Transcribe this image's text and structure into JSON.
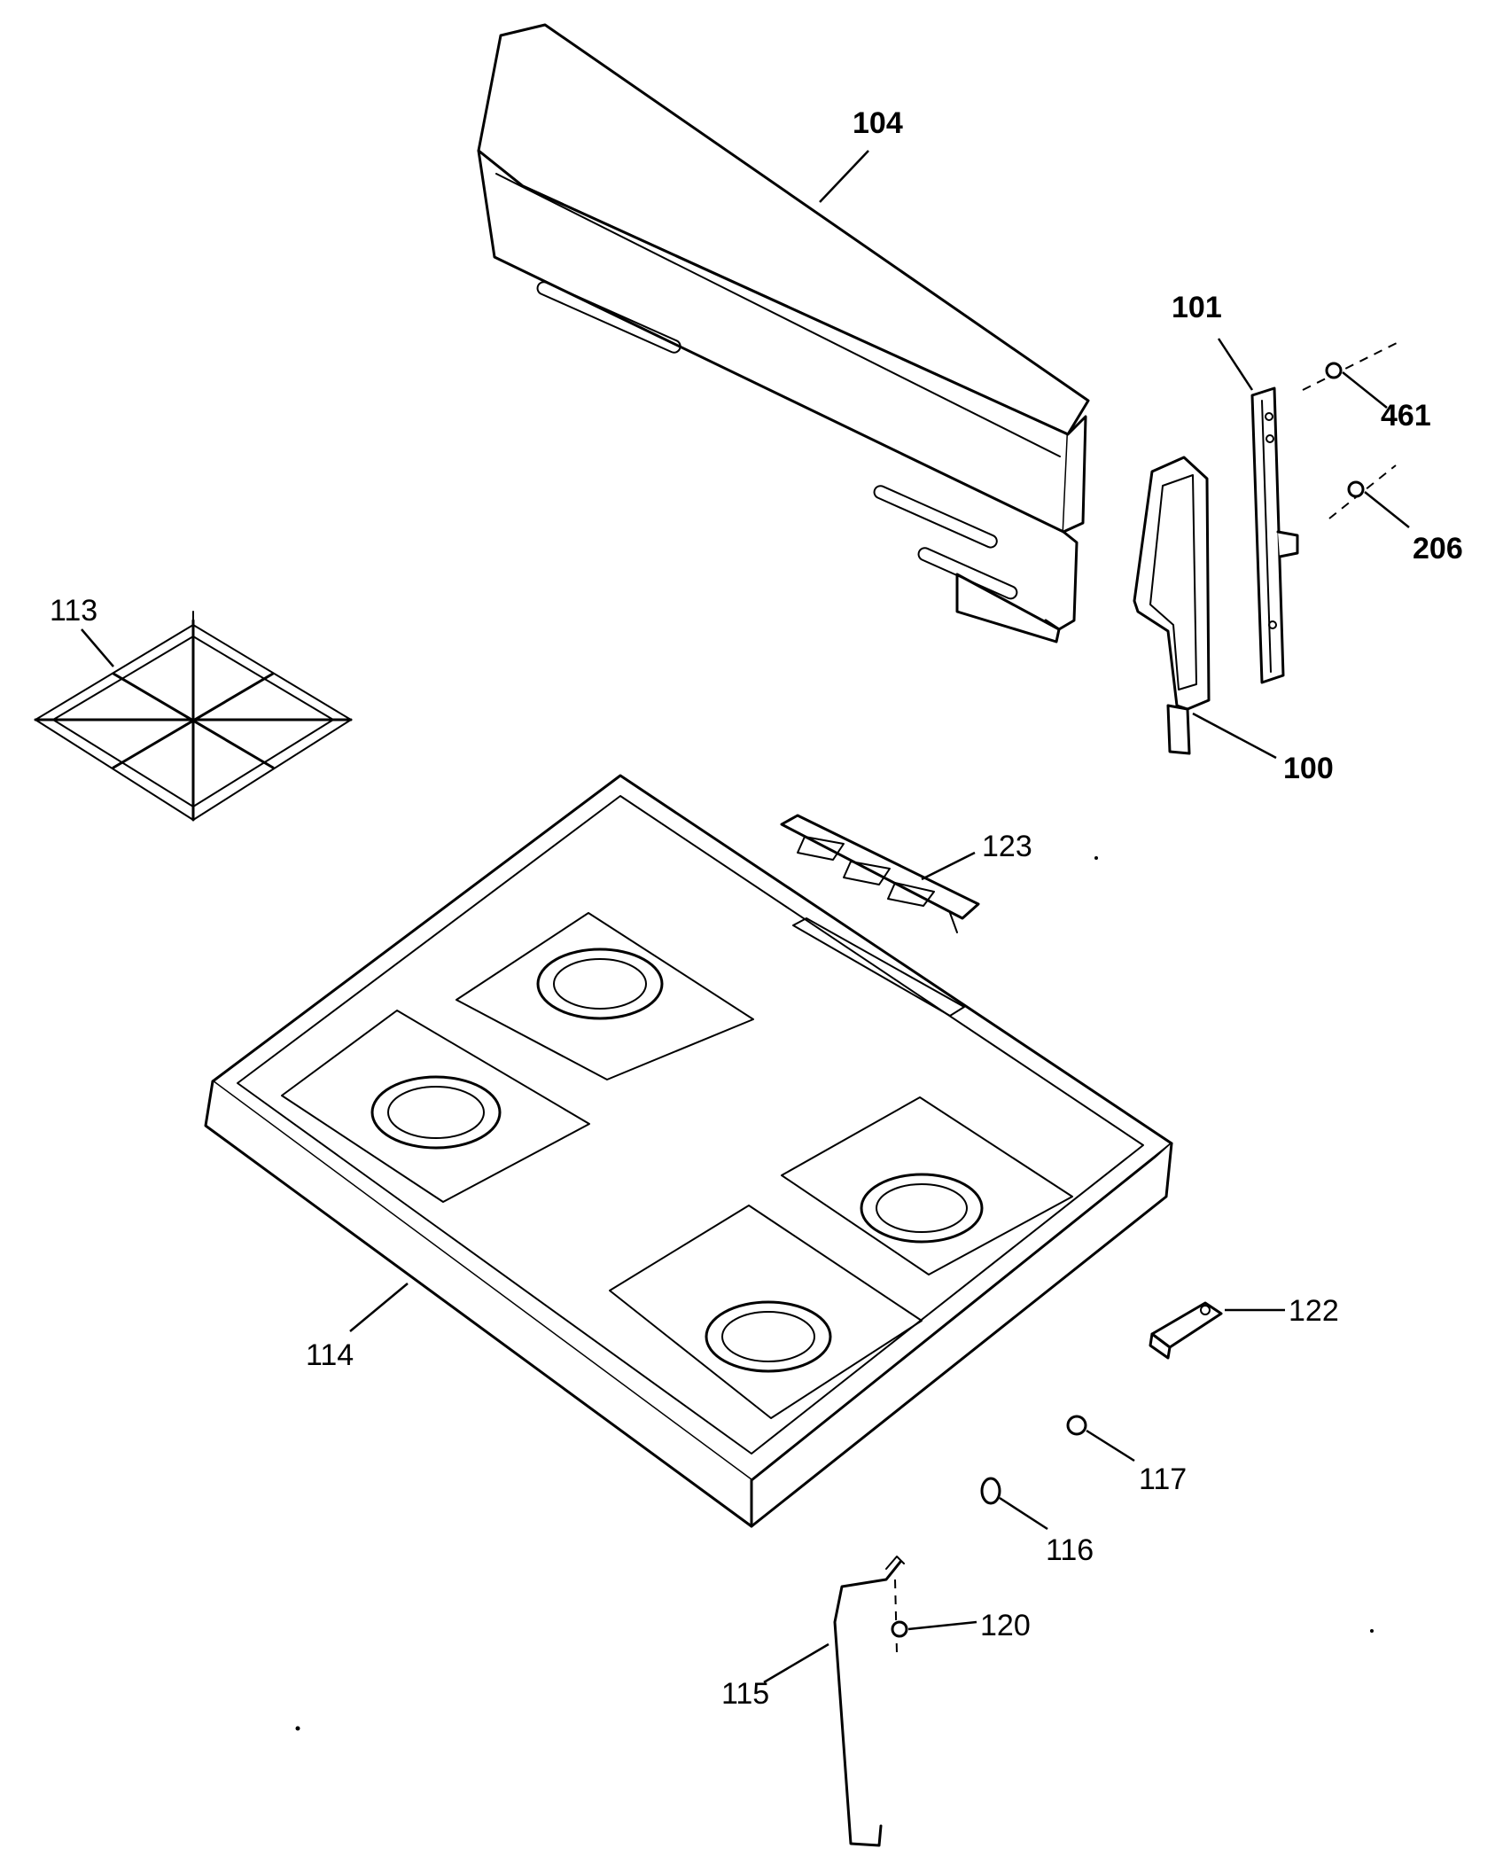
{
  "callouts": {
    "c104": "104",
    "c101": "101",
    "c461": "461",
    "c206": "206",
    "c113": "113",
    "c100": "100",
    "c123": "123",
    "c122": "122",
    "c114": "114",
    "c117": "117",
    "c116": "116",
    "c120": "120",
    "c115": "115"
  },
  "colors": {
    "line": "#000000",
    "background": "#ffffff"
  }
}
